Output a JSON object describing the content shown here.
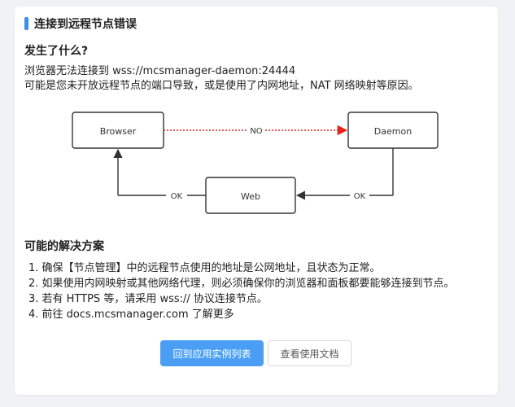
{
  "card": {
    "title": "连接到远程节点错误"
  },
  "what_happened": {
    "heading": "发生了什么?",
    "line1": "浏览器无法连接到 wss://mcsmanager-daemon:24444",
    "line2": "可能是您未开放远程节点的端口导致，或是使用了内网地址，NAT 网络映射等原因。"
  },
  "diagram": {
    "browser_label": "Browser",
    "daemon_label": "Daemon",
    "web_label": "Web",
    "no_label": "NO",
    "ok_left_label": "OK",
    "ok_right_label": "OK",
    "colors": {
      "line": "#333333",
      "no_line": "#e8231b"
    }
  },
  "solutions": {
    "heading": "可能的解决方案",
    "items": [
      "1. 确保【节点管理】中的远程节点使用的地址是公网地址，且状态为正常。",
      "2. 如果使用内网映射或其他网络代理，则必须确保你的浏览器和面板都要能够连接到节点。",
      "3. 若有 HTTPS 等，请采用 wss:// 协议连接节点。",
      "4. 前往 docs.mcsmanager.com 了解更多"
    ]
  },
  "buttons": {
    "back_label": "回到应用实例列表",
    "docs_label": "查看使用文档"
  },
  "colors": {
    "accent": "#3b8eea",
    "primary_button": "#4a9ff5"
  }
}
